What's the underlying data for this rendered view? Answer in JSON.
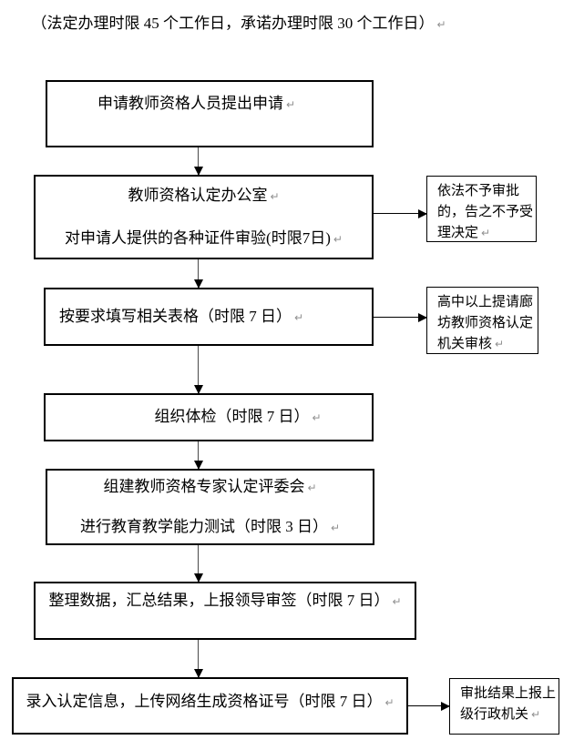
{
  "title": {
    "text": "（法定办理时限 45 个工作日，承诺办理时限 30 个工作日）"
  },
  "marks": {
    "paragraph": "↵"
  },
  "colors": {
    "background": "#ffffff",
    "text": "#000000",
    "box_border": "#000000",
    "arrow_shaft": "#4a4a4a",
    "arrow_head": "#000000",
    "paragraph_mark": "#909090"
  },
  "flow": {
    "steps": [
      {
        "id": "apply",
        "lines": [
          "申请教师资格人员提出申请"
        ]
      },
      {
        "id": "verify",
        "lines": [
          "教师资格认定办公室",
          "对申请人提供的各种证件审验(时限7日)"
        ]
      },
      {
        "id": "forms",
        "lines": [
          "按要求填写相关表格（时限 7 日）"
        ]
      },
      {
        "id": "physical",
        "lines": [
          "组织体检（时限 7 日）"
        ]
      },
      {
        "id": "committee",
        "lines": [
          "组建教师资格专家认定评委会",
          "进行教育教学能力测试（时限 3 日）"
        ]
      },
      {
        "id": "report",
        "lines": [
          "整理数据，汇总结果，上报领导审签（时限 7 日）"
        ]
      },
      {
        "id": "certificate",
        "lines": [
          "录入认定信息，上传网络生成资格证号（时限 7 日）"
        ]
      }
    ],
    "branches": [
      {
        "id": "rejection",
        "lines": [
          "依法不予审批",
          "的，告之不予受",
          "理决定"
        ]
      },
      {
        "id": "referral",
        "lines": [
          "高中以上提请廊",
          "坊教师资格认定",
          "机关审核"
        ]
      },
      {
        "id": "escalate",
        "lines": [
          "审批结果上报上",
          "级行政机关"
        ]
      }
    ]
  }
}
